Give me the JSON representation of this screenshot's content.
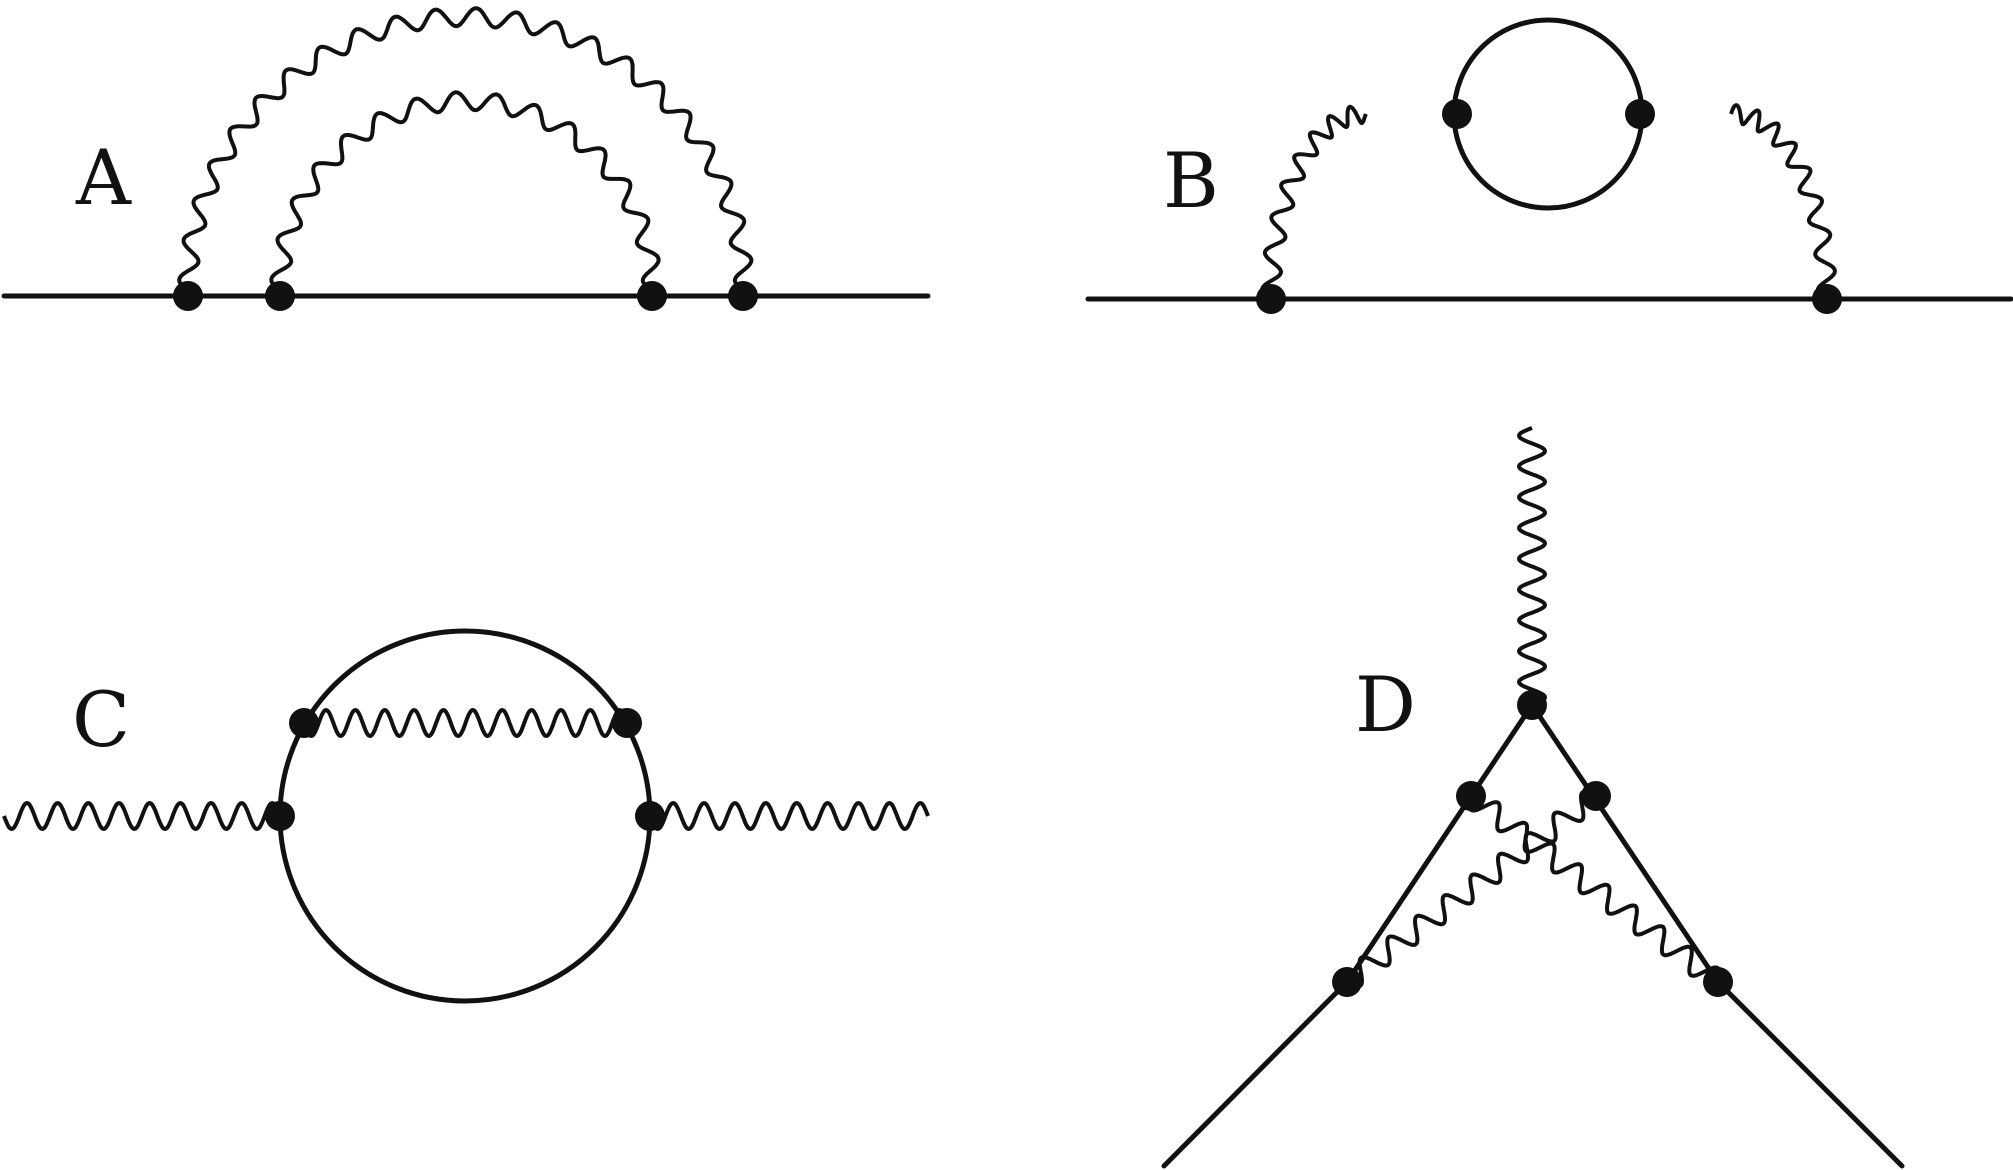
{
  "panels": [
    {
      "id": "A",
      "label": "A"
    },
    {
      "id": "B",
      "label": "B"
    },
    {
      "id": "C",
      "label": "C"
    },
    {
      "id": "D",
      "label": "D"
    }
  ],
  "colors": {
    "ink": "#111111",
    "background": "#ffffff"
  }
}
